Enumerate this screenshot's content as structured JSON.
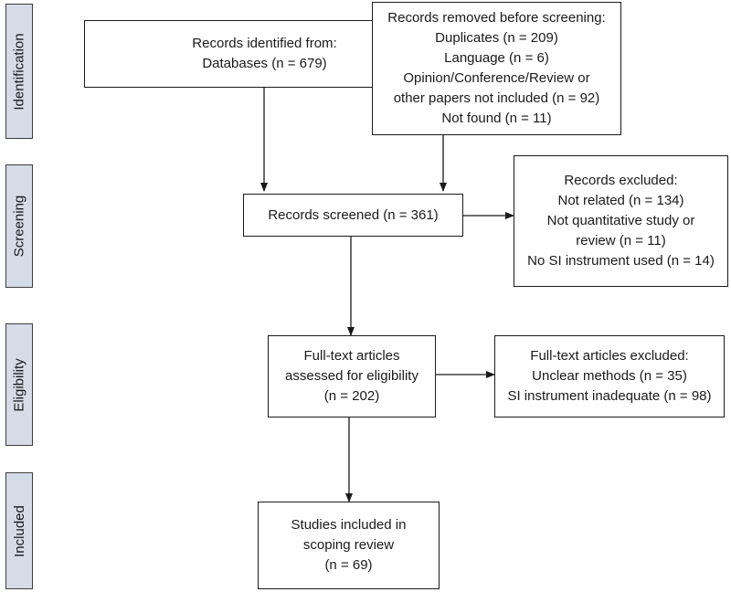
{
  "phases": {
    "identification": "Identification",
    "screening": "Screening",
    "eligibility": "Eligibility",
    "included": "Included"
  },
  "boxes": {
    "identified": {
      "line1": "Records identified from:",
      "line2": "Databases (n = 679)"
    },
    "removed": {
      "line1": "Records removed before screening:",
      "line2": "Duplicates (n = 209)",
      "line3": "Language (n = 6)",
      "line4": "Opinion/Conference/Review or",
      "line5": "other papers not included (n = 92)",
      "line6": "Not found (n = 11)"
    },
    "screened": {
      "line1": "Records screened (n = 361)"
    },
    "excluded": {
      "line1": "Records excluded:",
      "line2": "Not related (n = 134)",
      "line3": "Not quantitative study or",
      "line4": "review (n = 11)",
      "line5": "No SI instrument used (n = 14)"
    },
    "fulltext": {
      "line1": "Full-text articles",
      "line2": "assessed for eligibility",
      "line3": "(n = 202)"
    },
    "fulltext_excluded": {
      "line1": "Full-text articles excluded:",
      "line2": "Unclear methods (n = 35)",
      "line3": "SI instrument inadequate (n = 98)"
    },
    "included": {
      "line1": "Studies included in",
      "line2": "scoping review",
      "line3": "(n = 69)"
    }
  }
}
